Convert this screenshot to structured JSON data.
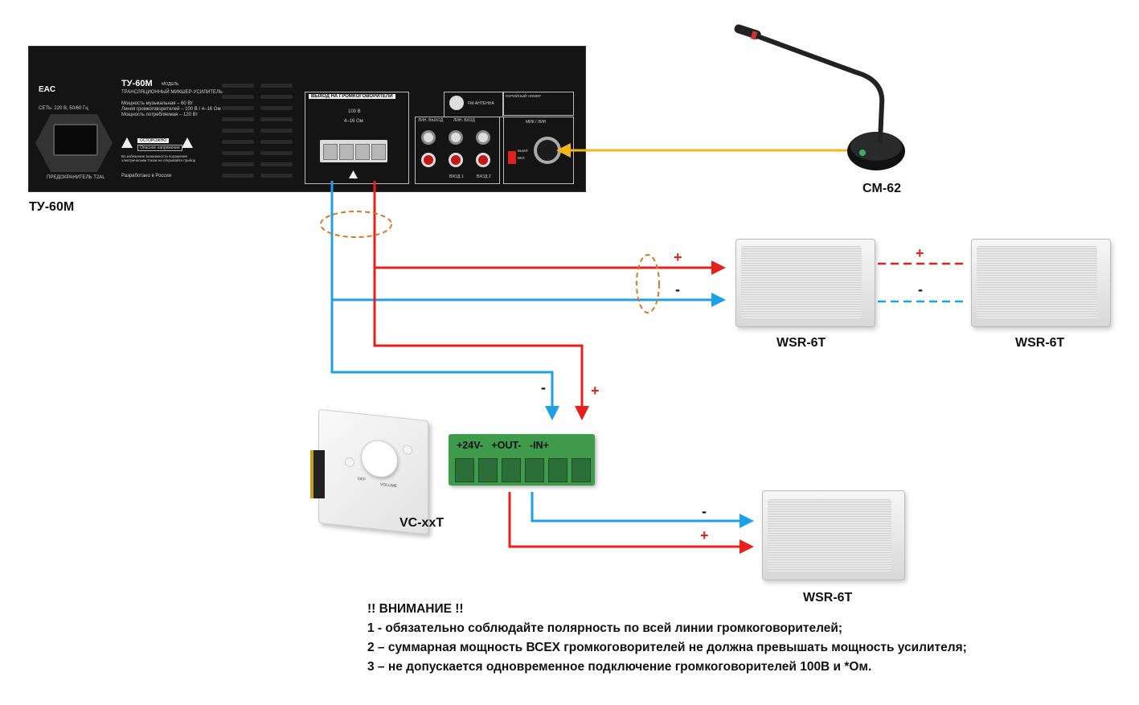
{
  "amplifier": {
    "name": "ТУ-60М",
    "model_title": "ТУ-60М",
    "model_word": "МОДЕЛЬ",
    "subtitle": "ТРАНСЛЯЦИОННЫЙ МИКШЕР-УСИЛИТЕЛЬ",
    "spec1": "Мощность музыкальная – 60 Вт",
    "spec2": "Линия громкоговорителей – 100 В / 4–16 Ом",
    "spec3": "Мощность потребляемая – 120 Вт",
    "mains": "СЕТЬ: 220 В, 50/60 Гц",
    "fuse": "ПРЕДОХРАНИТЕЛЬ T2AL",
    "caution": "ОСТОРОЖНО",
    "danger": "Опасное напряжение",
    "warning": "Во избежание возможности поражения электрическим током не открывайте прибор",
    "made_in": "Разработано в России",
    "eac": "EAC",
    "speaker_out_title": "ВЫХОД НА ГРОМКОГОВОРИТЕЛИ",
    "out_100v": "100 В",
    "out_ohm": "4–16 Ом",
    "fm": "FM-АНТЕННА",
    "serial": "СЕРИЙНЫЙ НОМЕР",
    "line_out": "ЛИН. ВЫХОД",
    "line_in": "ЛИН. ВХОД",
    "input1": "ВХОД 1",
    "input2": "ВХОД 2",
    "mic_line": "МИК / ЛИН",
    "phantom_off": "ВЫКЛ",
    "phantom_on": "ВКЛ"
  },
  "microphone": {
    "name": "CM-62"
  },
  "speakers": [
    {
      "name": "WSR-6T"
    },
    {
      "name": "WSR-6T"
    },
    {
      "name": "WSR-6T"
    }
  ],
  "volume_control": {
    "name": "VC-xxT",
    "off": "OFF",
    "volume": "VOLUME"
  },
  "terminal_block": {
    "label": "+24V-   +OUT-   -IN+"
  },
  "polarity": {
    "plus": "+",
    "minus": "-"
  },
  "notes": {
    "title": "!! ВНИМАНИЕ !!",
    "line1": "1 - обязательно соблюдайте полярность по всей линии громкоговорителей;",
    "line2": "2 – суммарная мощность ВСЕХ громкоговорителей не должна превышать мощность усилителя;",
    "line3": "3 – не допускается одновременное подключение громкоговорителей 100В и *Ом."
  },
  "colors": {
    "positive": "#e8201c",
    "negative": "#1ea0e6",
    "mic_cable": "#f2b51c",
    "bundle_marker": "#d9772a",
    "terminal_green": "#3f9a4c"
  }
}
